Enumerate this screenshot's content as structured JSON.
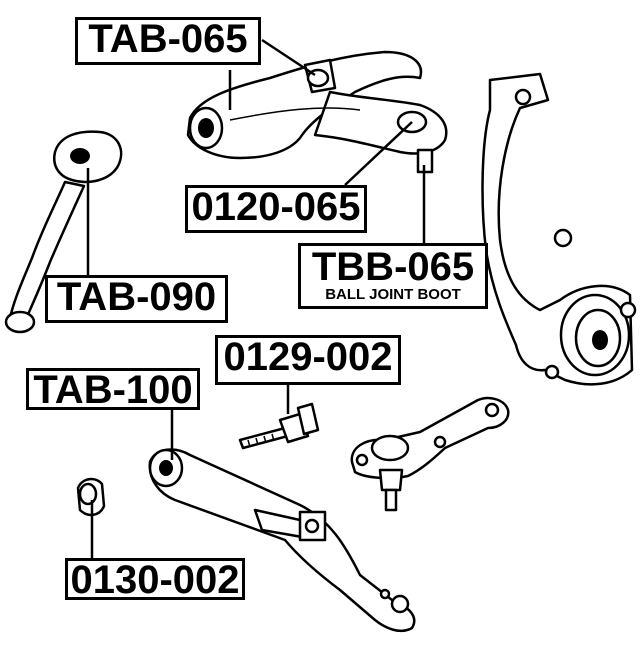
{
  "labels": {
    "tab_065": "TAB-065",
    "p0120_065": "0120-065",
    "tbb_065": "TBB-065",
    "tbb_065_caption": "BALL JOINT BOOT",
    "tab_090": "TAB-090",
    "p0129_002": "0129-002",
    "tab_100": "TAB-100",
    "p0130_002": "0130-002"
  }
}
